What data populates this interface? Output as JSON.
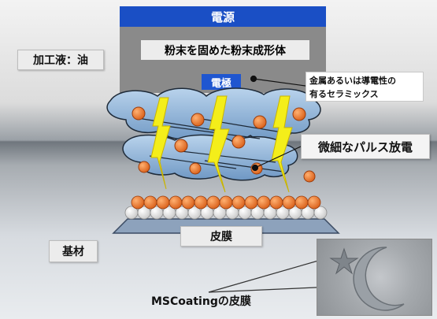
{
  "electrode": {
    "power_label": "電源",
    "compact_label": "粉末を固めた粉末成形体",
    "electrode_label": "電極"
  },
  "callouts": {
    "electrode_note_line1": "金属あるいは導電性の",
    "electrode_note_line2": "有るセラミックス",
    "pulse_label": "微細なパルス放電"
  },
  "labels": {
    "fluid": "加工液：油",
    "base": "基材",
    "film": "皮膜",
    "ms_caption": "MSCoatingの皮膜"
  },
  "colors": {
    "power_blue": "#1a4fc5",
    "electrode_gray": "#8a8a8a",
    "particle_orange": "#e8731e",
    "spark_yellow": "#f4ee1a",
    "cloud_blue": "#8fb6dc"
  }
}
